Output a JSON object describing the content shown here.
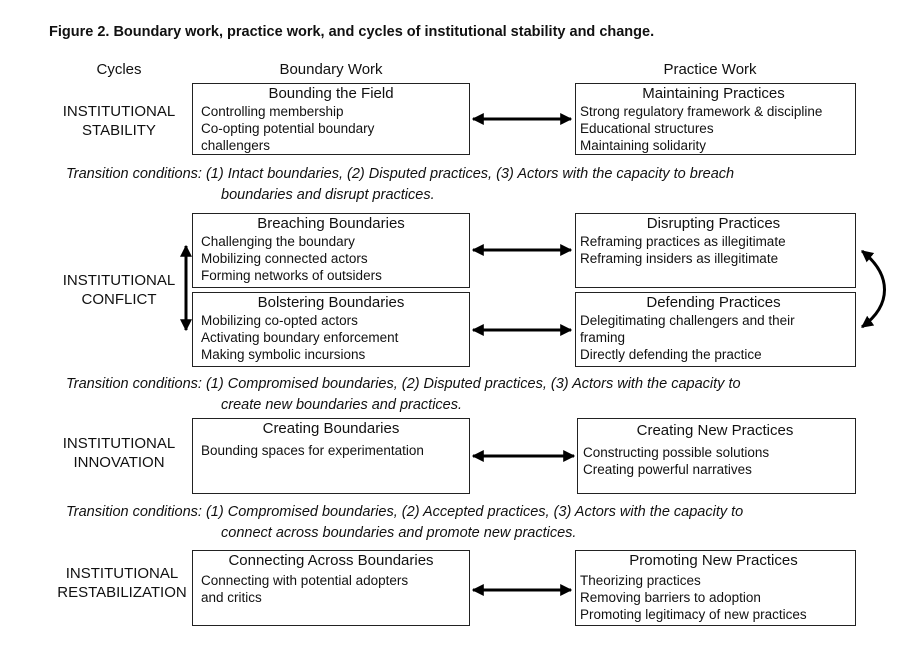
{
  "figure_title": "Figure 2. Boundary work, practice work, and cycles of institutional stability and change.",
  "column_headers": {
    "cycles": "Cycles",
    "boundary_work": "Boundary Work",
    "practice_work": "Practice Work"
  },
  "cycles": [
    {
      "line1": "INSTITUTIONAL",
      "line2": "STABILITY"
    },
    {
      "line1": "INSTITUTIONAL",
      "line2": "CONFLICT"
    },
    {
      "line1": "INSTITUTIONAL",
      "line2": "INNOVATION"
    },
    {
      "line1": "INSTITUTIONAL",
      "line2": "RESTABILIZATION"
    }
  ],
  "boxes": {
    "bounding_field": {
      "title": "Bounding the Field",
      "items": [
        "Controlling membership",
        "Co-opting potential boundary",
        "challengers"
      ]
    },
    "maintaining_practices": {
      "title": "Maintaining Practices",
      "items": [
        "Strong regulatory framework & discipline",
        "Educational structures",
        "Maintaining solidarity"
      ]
    },
    "breaching_boundaries": {
      "title": "Breaching Boundaries",
      "items": [
        "Challenging the boundary",
        "Mobilizing connected actors",
        "Forming networks of outsiders"
      ]
    },
    "disrupting_practices": {
      "title": "Disrupting Practices",
      "items": [
        "Reframing practices as illegitimate",
        "Reframing insiders as illegitimate"
      ]
    },
    "bolstering_boundaries": {
      "title": "Bolstering Boundaries",
      "items": [
        "Mobilizing co-opted actors",
        "Activating boundary enforcement",
        "Making symbolic incursions"
      ]
    },
    "defending_practices": {
      "title": "Defending Practices",
      "items": [
        "Delegitimating challengers and their",
        "framing",
        "Directly defending the practice"
      ]
    },
    "creating_boundaries": {
      "title": "Creating Boundaries",
      "items": [
        "Bounding spaces for experimentation"
      ]
    },
    "creating_new_practices": {
      "title": "Creating New Practices",
      "items": [
        "Constructing possible solutions",
        "Creating powerful narratives"
      ]
    },
    "connecting_boundaries": {
      "title": "Connecting Across Boundaries",
      "items": [
        "Connecting with potential adopters",
        "and critics"
      ]
    },
    "promoting_practices": {
      "title": "Promoting New Practices",
      "items": [
        "Theorizing practices",
        "Removing barriers to adoption",
        "Promoting legitimacy of new practices"
      ]
    }
  },
  "transitions": [
    {
      "line1": "Transition conditions: (1) Intact boundaries, (2) Disputed practices, (3) Actors with the capacity to breach",
      "line2": "boundaries and disrupt practices."
    },
    {
      "line1": "Transition conditions: (1) Compromised boundaries, (2) Disputed practices, (3) Actors with the capacity to",
      "line2": "create new boundaries and practices."
    },
    {
      "line1": "Transition conditions: (1) Compromised boundaries, (2) Accepted practices, (3) Actors with the capacity to",
      "line2": "connect across boundaries and promote new practices."
    }
  ]
}
